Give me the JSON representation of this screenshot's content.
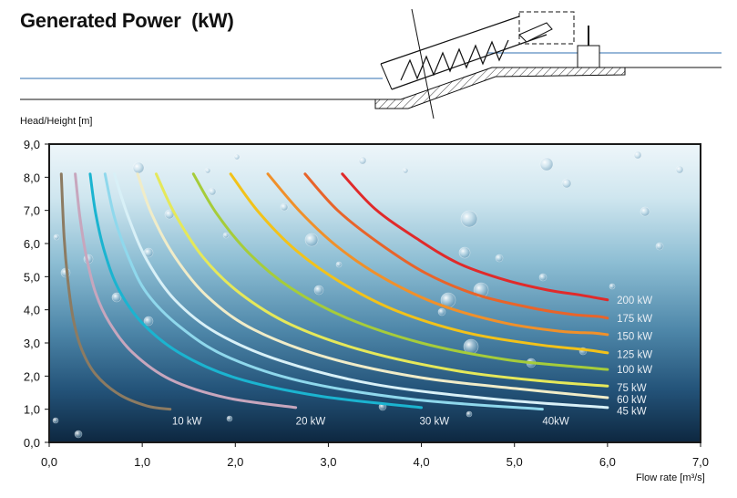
{
  "title": "Generated Power  (kW)",
  "colors": {
    "accent_line": "#2f6fb0",
    "ink": "#111111",
    "water_top": "#eef6fa",
    "water_bottom": "#0d2740"
  },
  "chart_data": {
    "type": "line",
    "title": "Generated Power  (kW)",
    "xlabel": "Flow rate [m³/s]",
    "ylabel": "Head/Height [m]",
    "xlim": [
      0,
      7
    ],
    "ylim": [
      0,
      9
    ],
    "x_ticks": [
      "0,0",
      "1,0",
      "2,0",
      "3,0",
      "4,0",
      "5,0",
      "6,0",
      "7,0"
    ],
    "y_ticks": [
      "0,0",
      "1,0",
      "2,0",
      "3,0",
      "4,0",
      "5,0",
      "6,0",
      "7,0",
      "8,0",
      "9,0"
    ],
    "grid": false,
    "legend": "inline labels at curve ends",
    "series": [
      {
        "name": "10 kW",
        "color": "#8c7b62",
        "label_x": 1.32,
        "label_y": 0.65,
        "x": [
          0.13,
          0.16,
          0.2,
          0.26,
          0.35,
          0.5,
          0.75,
          1.05,
          1.3
        ],
        "y": [
          8.1,
          6.2,
          4.9,
          3.7,
          2.8,
          2.05,
          1.45,
          1.1,
          1.0
        ]
      },
      {
        "name": "20 kW",
        "color": "#c7a6bd",
        "label_x": 2.65,
        "label_y": 0.65,
        "x": [
          0.28,
          0.33,
          0.4,
          0.5,
          0.65,
          0.9,
          1.3,
          1.9,
          2.65
        ],
        "y": [
          8.1,
          6.8,
          5.6,
          4.5,
          3.6,
          2.7,
          1.9,
          1.35,
          1.05
        ]
      },
      {
        "name": "30 kW",
        "color": "#1bb4d0",
        "label_x": 3.98,
        "label_y": 0.65,
        "x": [
          0.44,
          0.5,
          0.6,
          0.75,
          1.0,
          1.4,
          2.0,
          2.9,
          4.0
        ],
        "y": [
          8.1,
          6.9,
          5.7,
          4.6,
          3.6,
          2.7,
          1.95,
          1.4,
          1.05
        ]
      },
      {
        "name": "40kW",
        "color": "#8fd8ec",
        "label_x": 5.3,
        "label_y": 0.65,
        "x": [
          0.6,
          0.7,
          0.85,
          1.05,
          1.4,
          1.9,
          2.7,
          3.9,
          5.3
        ],
        "y": [
          8.1,
          6.8,
          5.6,
          4.5,
          3.5,
          2.6,
          1.85,
          1.3,
          1.0
        ]
      },
      {
        "name": "45 kW",
        "color": "#d8f0f7",
        "label_x": 6.1,
        "label_y": 0.95,
        "x": [
          0.7,
          0.85,
          1.05,
          1.35,
          1.8,
          2.5,
          3.5,
          4.8,
          6.0
        ],
        "y": [
          8.1,
          6.8,
          5.5,
          4.3,
          3.3,
          2.45,
          1.75,
          1.3,
          1.05
        ]
      },
      {
        "name": "60 kW",
        "color": "#f0ecc8",
        "label_x": 6.1,
        "label_y": 1.3,
        "x": [
          0.95,
          1.1,
          1.35,
          1.7,
          2.2,
          3.0,
          4.0,
          5.1,
          6.0
        ],
        "y": [
          8.1,
          6.9,
          5.6,
          4.4,
          3.4,
          2.55,
          1.95,
          1.6,
          1.35
        ]
      },
      {
        "name": "75 kW",
        "color": "#e5e85a",
        "label_x": 6.1,
        "label_y": 1.65,
        "x": [
          1.15,
          1.35,
          1.65,
          2.05,
          2.6,
          3.4,
          4.4,
          5.3,
          6.0
        ],
        "y": [
          8.1,
          6.9,
          5.6,
          4.5,
          3.55,
          2.75,
          2.15,
          1.85,
          1.7
        ]
      },
      {
        "name": "100 kW",
        "color": "#a6cc3a",
        "label_x": 6.1,
        "label_y": 2.2,
        "x": [
          1.55,
          1.8,
          2.15,
          2.6,
          3.2,
          4.0,
          4.9,
          5.6,
          6.0
        ],
        "y": [
          8.1,
          6.9,
          5.7,
          4.65,
          3.75,
          3.0,
          2.5,
          2.3,
          2.2
        ]
      },
      {
        "name": "125 kW",
        "color": "#f2c21a",
        "label_x": 6.1,
        "label_y": 2.65,
        "x": [
          1.95,
          2.25,
          2.65,
          3.15,
          3.75,
          4.5,
          5.25,
          5.75,
          6.0
        ],
        "y": [
          8.1,
          6.95,
          5.8,
          4.8,
          3.95,
          3.3,
          2.95,
          2.8,
          2.7
        ]
      },
      {
        "name": "150 kW",
        "color": "#f0902a",
        "label_x": 6.1,
        "label_y": 3.2,
        "x": [
          2.35,
          2.7,
          3.1,
          3.6,
          4.2,
          4.9,
          5.5,
          5.85,
          6.0
        ],
        "y": [
          8.1,
          6.95,
          5.9,
          4.95,
          4.15,
          3.6,
          3.35,
          3.3,
          3.25
        ]
      },
      {
        "name": "175 kW",
        "color": "#e8642a",
        "label_x": 6.1,
        "label_y": 3.75,
        "x": [
          2.75,
          3.1,
          3.55,
          4.05,
          4.6,
          5.2,
          5.65,
          5.9,
          6.0
        ],
        "y": [
          8.1,
          7.0,
          6.0,
          5.1,
          4.45,
          4.05,
          3.85,
          3.8,
          3.75
        ]
      },
      {
        "name": "200 kW",
        "color": "#e02a2a",
        "label_x": 6.1,
        "label_y": 4.3,
        "x": [
          3.15,
          3.5,
          3.95,
          4.4,
          4.9,
          5.35,
          5.7,
          5.9,
          6.0
        ],
        "y": [
          8.1,
          7.05,
          6.15,
          5.4,
          4.9,
          4.6,
          4.45,
          4.35,
          4.3
        ]
      }
    ]
  }
}
